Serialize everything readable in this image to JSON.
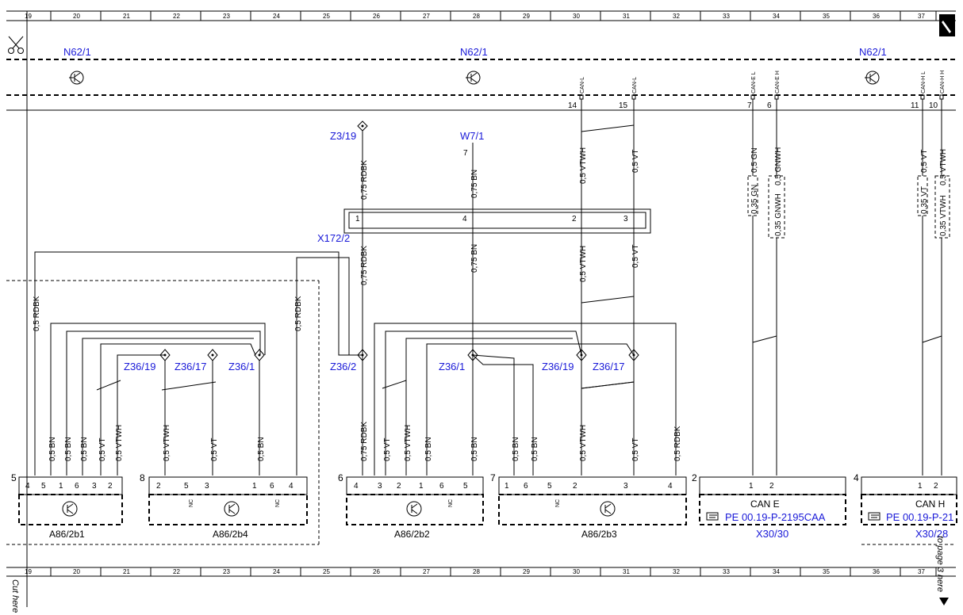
{
  "rulers": {
    "top_numbers": [
      "19",
      "20",
      "21",
      "22",
      "23",
      "24",
      "25",
      "26",
      "27",
      "28",
      "29",
      "30",
      "31",
      "32",
      "33",
      "34",
      "35",
      "36",
      "37"
    ],
    "bottom_numbers": [
      "19",
      "20",
      "21",
      "22",
      "23",
      "24",
      "25",
      "26",
      "27",
      "28",
      "29",
      "30",
      "31",
      "32",
      "33",
      "34",
      "35",
      "36",
      "37"
    ]
  },
  "components": {
    "n62_1": "N62/1",
    "z3_19": "Z3/19",
    "w7_1": "W7/1",
    "x172_2": "X172/2",
    "z36_19": "Z36/19",
    "z36_17": "Z36/17",
    "z36_1": "Z36/1",
    "z36_2": "Z36/2",
    "a86_2b1": "A86/2b1",
    "a86_2b4": "A86/2b4",
    "a86_2b2": "A86/2b2",
    "a86_2b3": "A86/2b3",
    "x30_30": "X30/30",
    "x30_28": "X30/28",
    "can_e": "CAN E",
    "can_h": "CAN H",
    "ref_e": "PE 00.19-P-2195CAA",
    "ref_h": "PE 00.19-P-21"
  },
  "pins": {
    "p14": "14",
    "p15": "15",
    "p7": "7",
    "p6": "6",
    "p11": "11",
    "p10": "10",
    "w7_pin": "7",
    "x1": "1",
    "x4": "4",
    "x2": "2",
    "x3": "3",
    "blk5": "5",
    "blk8": "8",
    "blk6": "6",
    "blk7": "7",
    "blk2": "2",
    "blk4": "4"
  },
  "signals": {
    "can_l": "CAN-L",
    "can_e_l": "CAN-E L",
    "can_e_h": "CAN-E H",
    "can_h_l": "CAN-H L",
    "can_h_h": "CAN-H H"
  },
  "wires": {
    "rdbk_075": "0,75 RDBK",
    "bn_075": "0,75 BN",
    "vtwh_05": "0,5 VTWH",
    "vt_05": "0,5 VT",
    "gn_05": "0,5 GN",
    "gnwh_05": "0,5 GNWH",
    "gn_035": "0,35 GN",
    "gnwh_035": "0,35 GNWH",
    "vt_035": "0,35 VT",
    "vtwh_035": "0,35 VTWH",
    "rdbk_05": "0,5 RDBK",
    "bn_05": "0,5 BN"
  },
  "nc": "NC",
  "margin": {
    "cut_here": "Cut here",
    "to_page": "to page 3 here"
  },
  "icons": [
    "scissors-icon",
    "pencil-icon",
    "transistor-icon",
    "pointing-hand-icon",
    "triangle-arrow-icon"
  ]
}
